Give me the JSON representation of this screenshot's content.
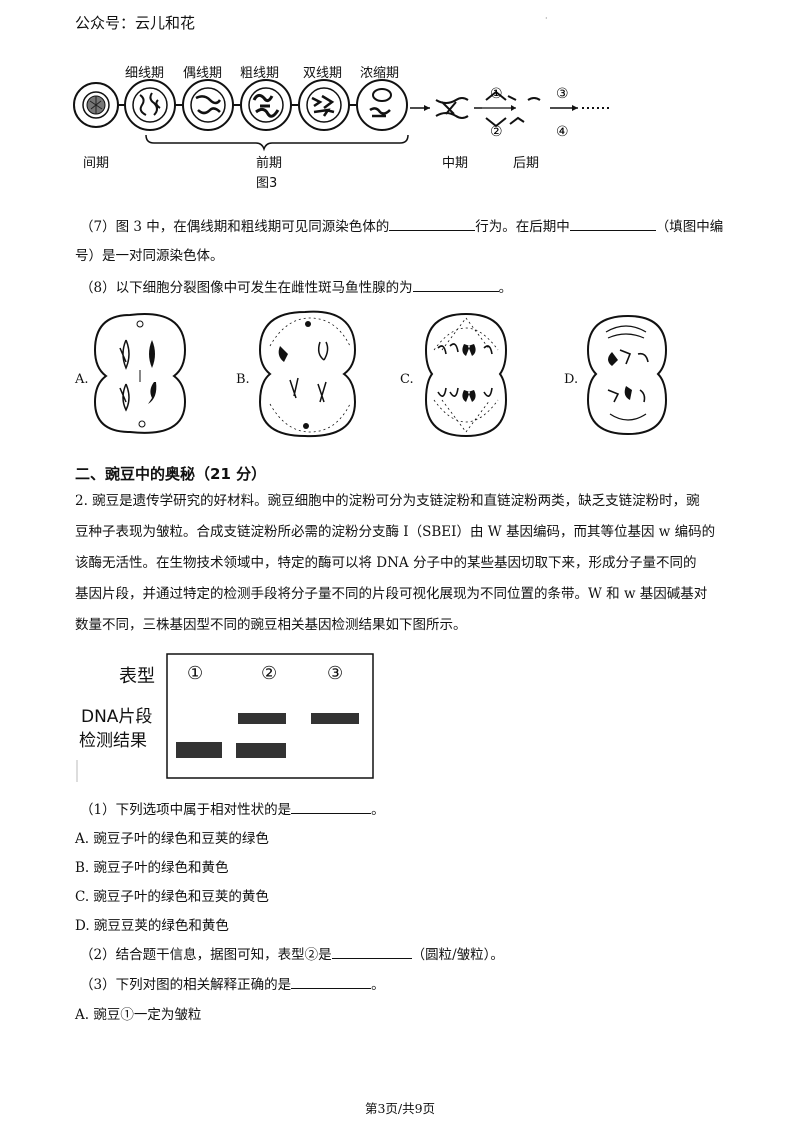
{
  "header": "公众号：云儿和花",
  "figure3": {
    "stages": [
      "细线期",
      "偶线期",
      "粗线期",
      "双线期",
      "浓缩期"
    ],
    "phase_labels": {
      "interphase": "间期",
      "prophase": "前期",
      "metaphase": "中期",
      "anaphase": "后期"
    },
    "numbers": [
      "①",
      "②",
      "③",
      "④"
    ],
    "caption": "图3"
  },
  "q7": {
    "line1_a": "（7）图 3 中，在偶线期和粗线期可见同源染色体的",
    "line1_b": "行为。在后期中",
    "line1_c": "（填图中编",
    "line2": "号）是一对同源染色体。"
  },
  "q8": {
    "text": "（8）以下细胞分裂图像中可发生在雌性斑马鱼性腺的为",
    "end": "。",
    "options": [
      "A.",
      "B.",
      "C.",
      "D."
    ]
  },
  "section2": {
    "title": "二、豌豆中的奥秘（21 分）",
    "para": [
      "2. 豌豆是遗传学研究的好材料。豌豆细胞中的淀粉可分为支链淀粉和直链淀粉两类，缺乏支链淀粉时，豌",
      "豆种子表现为皱粒。合成支链淀粉所必需的淀粉分支酶 I（SBEI）由 W 基因编码，而其等位基因 w 编码的",
      "该酶无活性。在生物技术领域中，特定的酶可以将 DNA 分子中的某些基因切取下来，形成分子量不同的",
      "基因片段，并通过特定的检测手段将分子量不同的片段可视化展现为不同位置的条带。W 和 w 基因碱基对",
      "数量不同，三株基因型不同的豌豆相关基因检测结果如下图所示。"
    ]
  },
  "gel": {
    "label_phenotype": "表型",
    "label_dna_1": "DNA片段",
    "label_dna_2": "检测结果",
    "lanes": [
      "①",
      "②",
      "③"
    ]
  },
  "q1": {
    "text": "（1）下列选项中属于相对性状的是",
    "end": "。",
    "options": [
      "A. 豌豆子叶的绿色和豆荚的绿色",
      "B. 豌豆子叶的绿色和黄色",
      "C. 豌豆子叶的绿色和豆荚的黄色",
      "D. 豌豆豆荚的绿色和黄色"
    ]
  },
  "q2": {
    "text_a": "（2）结合题干信息，据图可知，表型②是",
    "text_b": "（圆粒/皱粒）。"
  },
  "q3": {
    "text": "（3）下列对图的相关解释正确的是",
    "end": "。",
    "option_a": "A. 豌豆①一定为皱粒"
  },
  "footer": "第3页/共9页"
}
